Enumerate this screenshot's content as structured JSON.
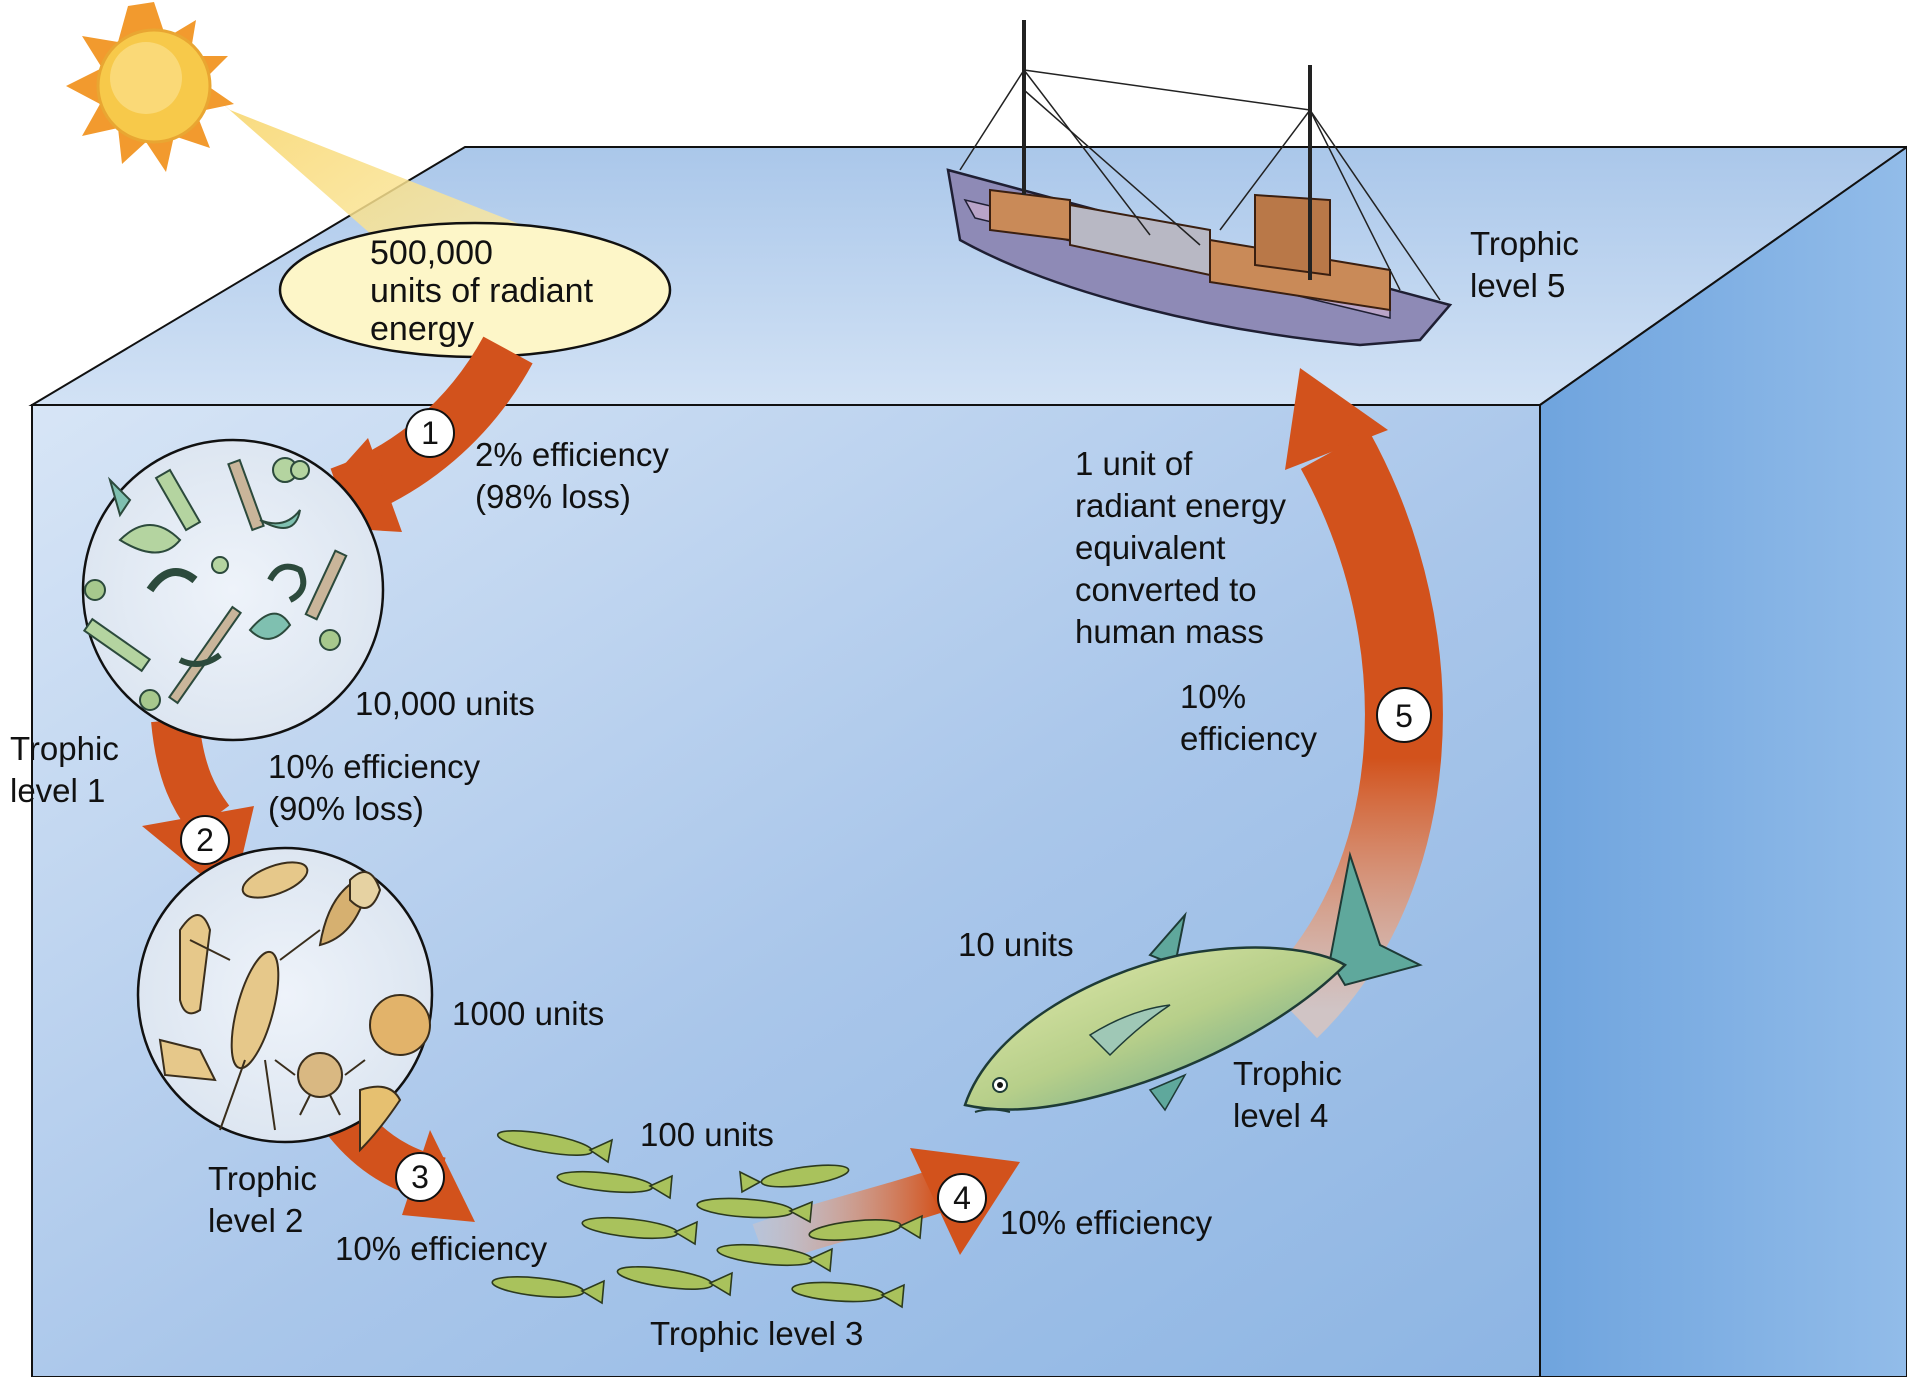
{
  "sun_energy": {
    "lines": [
      "500,000",
      "units of radiant",
      "energy"
    ]
  },
  "steps": [
    {
      "number": "1",
      "efficiency_lines": [
        "2% efficiency",
        "(98% loss)"
      ]
    },
    {
      "number": "2",
      "efficiency_lines": [
        "10% efficiency",
        "(90% loss)"
      ]
    },
    {
      "number": "3",
      "efficiency_lines": [
        "10% efficiency"
      ]
    },
    {
      "number": "4",
      "efficiency_lines": [
        "10% efficiency"
      ]
    },
    {
      "number": "5",
      "efficiency_lines": [
        "10%",
        "efficiency"
      ]
    }
  ],
  "trophic_levels": [
    {
      "level_lines": [
        "Trophic",
        "level 1"
      ],
      "units": "10,000 units"
    },
    {
      "level_lines": [
        "Trophic",
        "level 2"
      ],
      "units": "1000 units"
    },
    {
      "level_lines": [
        "Trophic level 3"
      ],
      "units": "100 units"
    },
    {
      "level_lines": [
        "Trophic",
        "level 4"
      ],
      "units": "10 units"
    },
    {
      "level_lines": [
        "Trophic",
        "level 5"
      ],
      "units_lines": [
        "1 unit of",
        "radiant energy",
        "equivalent",
        "converted to",
        "human mass"
      ]
    }
  ],
  "colors": {
    "water_front": "#a9c6ea",
    "water_top": "#b9d0ee",
    "water_side": "#86b4e6",
    "arrow": "#d2521c",
    "sun": "#f7c94a",
    "label_bubble": "#fdf6c8"
  }
}
